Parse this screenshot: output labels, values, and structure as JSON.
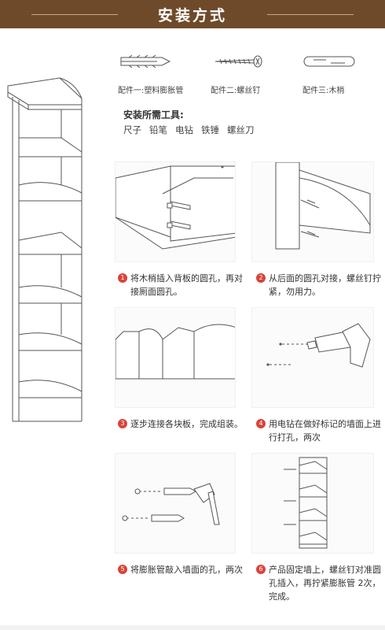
{
  "header": {
    "title": "安装方式"
  },
  "parts": [
    {
      "label": "配件一:塑料膨胀管",
      "icon": "anchor-plug-icon"
    },
    {
      "label": "配件二:螺丝钉",
      "icon": "screw-icon"
    },
    {
      "label": "配件三:木梢",
      "icon": "wood-dowel-icon"
    }
  ],
  "tools": {
    "title": "安装所需工具:",
    "items": [
      "尺子",
      "铅笔",
      "电钻",
      "铁锤",
      "螺丝刀"
    ]
  },
  "steps": [
    {
      "number": "1",
      "text": "将木梢插入背板的圆孔，再对接厠面圆孔。"
    },
    {
      "number": "2",
      "text": "从后面的圆孔对接，螺丝钉拧紧，勿用力。"
    },
    {
      "number": "3",
      "text": "逐步连接各块板，完成组装。"
    },
    {
      "number": "4",
      "text": "用电钻在做好标记的墙面上进行打孔，两次"
    },
    {
      "number": "5",
      "text": "将膨胀管敲入墙面的孔，两次"
    },
    {
      "number": "6",
      "text": "产品固定墙上，螺丝钉对准圆孔插入，再拧紧膨胀管 2次，完成。"
    }
  ],
  "colors": {
    "header_bg": "#6e4a2a",
    "step_badge": "#d9433a",
    "line_art": "#555555"
  }
}
